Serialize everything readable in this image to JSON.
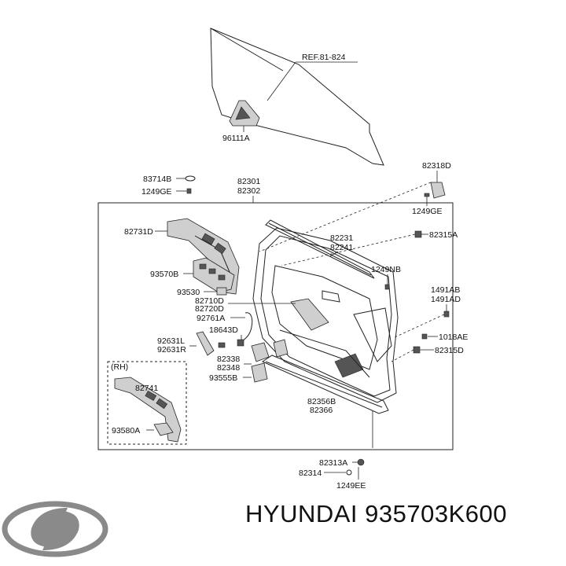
{
  "brand": "HYUNDAI",
  "part_number": "935703K600",
  "callouts": {
    "ref": "REF.81-824",
    "p96111A": "96111A",
    "p83714B": "83714B",
    "p1249GE_a": "1249GE",
    "p82301": "82301",
    "p82302": "82302",
    "p82318D": "82318D",
    "p1249GE_b": "1249GE",
    "p82731D": "82731D",
    "p82231": "82231",
    "p82241": "82241",
    "p82315A": "82315A",
    "p93570B": "93570B",
    "p1249NB": "1249NB",
    "p93530": "93530",
    "p1491AB": "1491AB",
    "p1491AD": "1491AD",
    "p82710D": "82710D",
    "p82720D": "82720D",
    "p92761A": "92761A",
    "p18643D": "18643D",
    "p92631L": "92631L",
    "p92631R": "92631R",
    "p1018AE": "1018AE",
    "p82315D": "82315D",
    "p82338": "82338",
    "p82348": "82348",
    "p93555B": "93555B",
    "rh": "(RH)",
    "p82741": "82741",
    "p82356B": "82356B",
    "p82366": "82366",
    "p93580A": "93580A",
    "p82313A": "82313A",
    "p82314": "82314",
    "p1249EE": "1249EE"
  },
  "colors": {
    "line": "#222222",
    "logo": "#8a8a8a"
  }
}
